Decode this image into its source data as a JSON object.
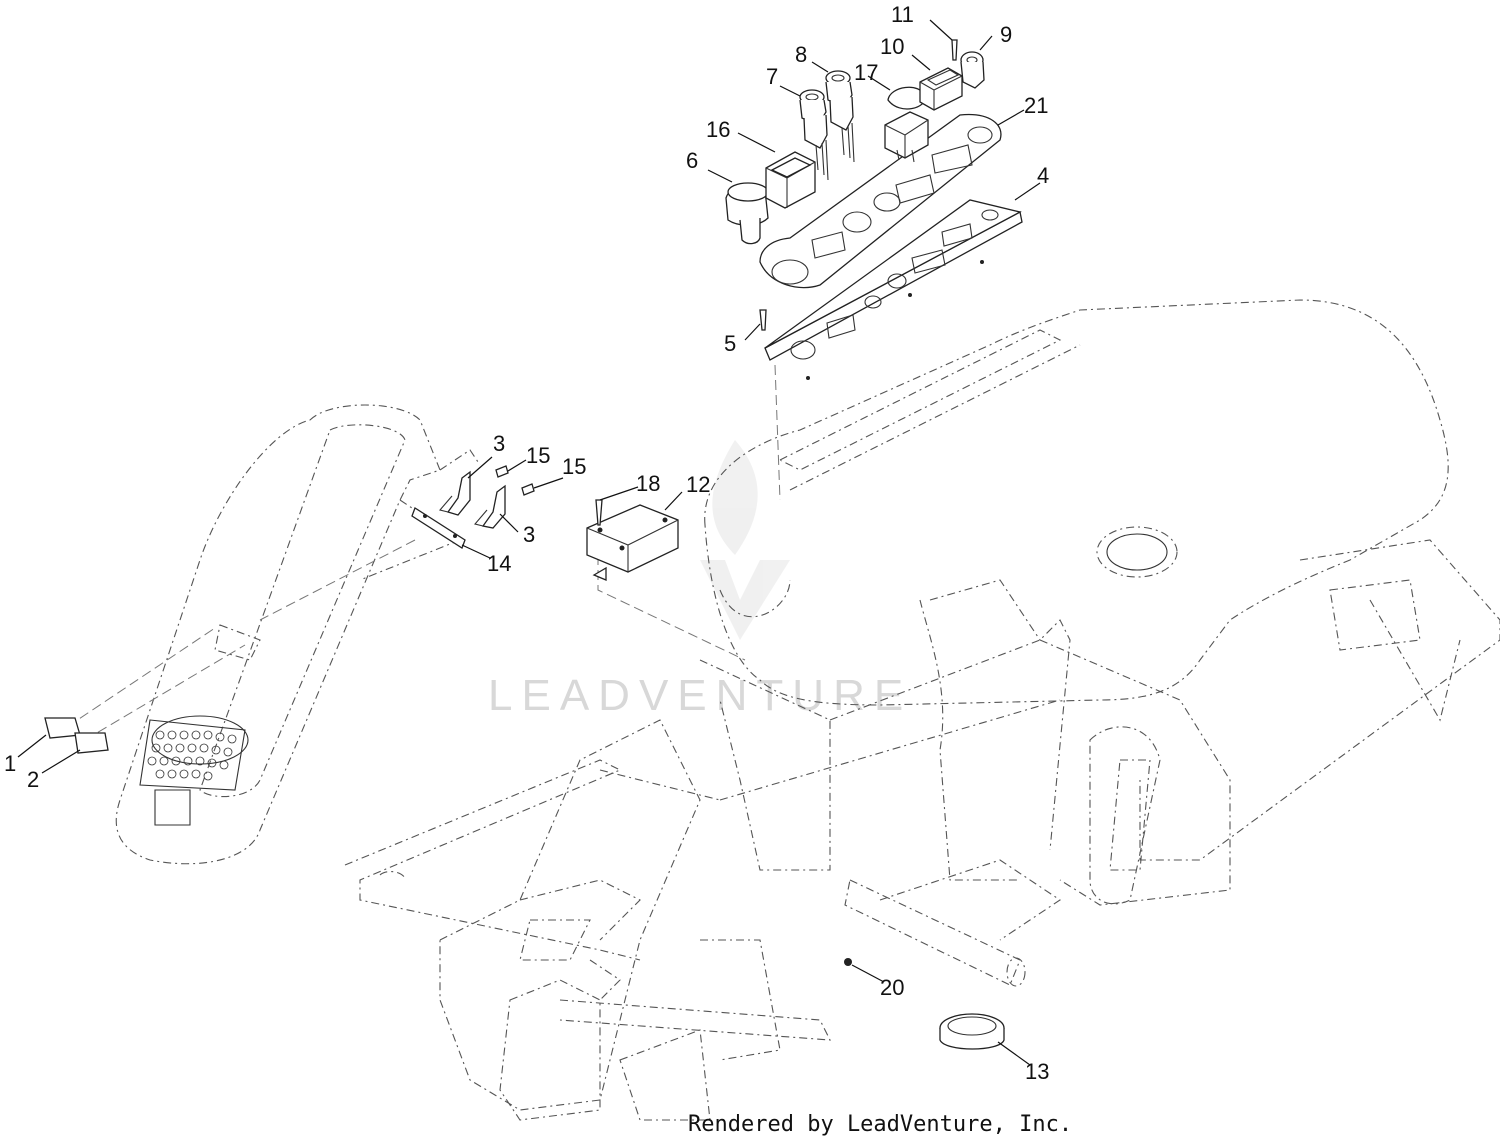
{
  "watermark": {
    "text": "LEADVENTURE"
  },
  "footer": {
    "text": "Rendered by LeadVenture, Inc."
  },
  "callouts": {
    "c1": "1",
    "c2": "2",
    "c3a": "3",
    "c3b": "3",
    "c4": "4",
    "c5": "5",
    "c6": "6",
    "c7": "7",
    "c8": "8",
    "c9": "9",
    "c10": "10",
    "c11": "11",
    "c12": "12",
    "c13": "13",
    "c14": "14",
    "c15a": "15",
    "c15b": "15",
    "c16": "16",
    "c17": "17",
    "c18": "18",
    "c20": "20",
    "c21": "21"
  }
}
